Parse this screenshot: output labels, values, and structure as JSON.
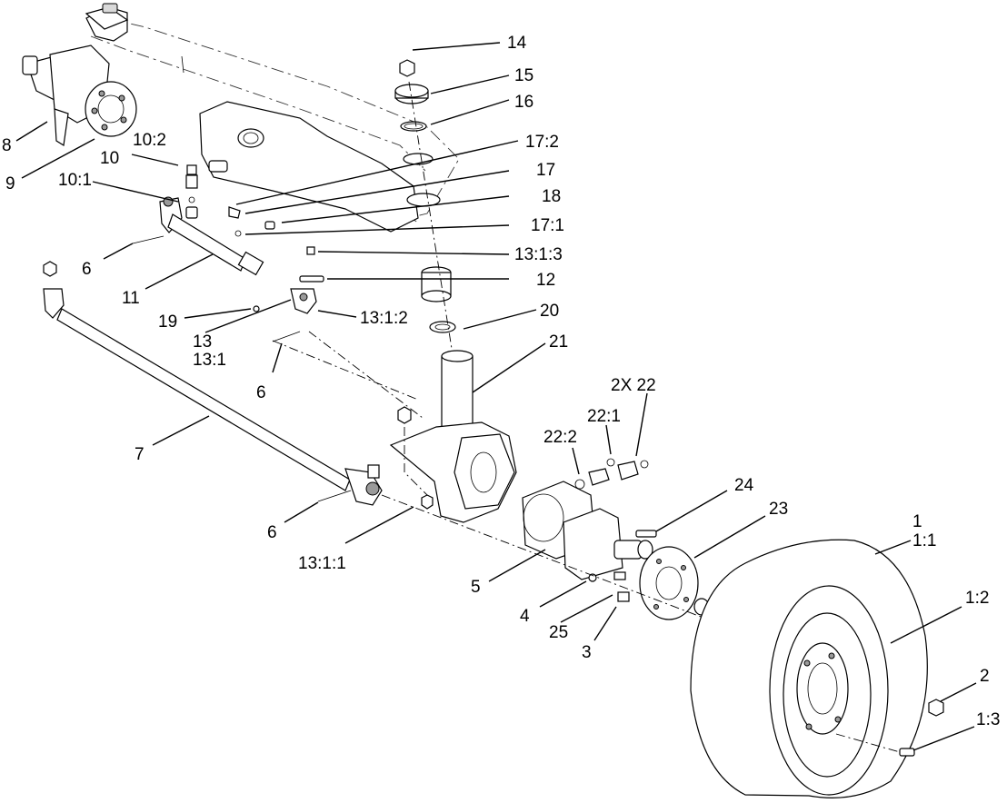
{
  "callouts": {
    "c1": "1",
    "c1_1": "1:1",
    "c1_2": "1:2",
    "c1_3": "1:3",
    "c2": "2",
    "c3": "3",
    "c4": "4",
    "c5": "5",
    "c6a": "6",
    "c6b": "6",
    "c6c": "6",
    "c7": "7",
    "c8": "8",
    "c9": "9",
    "c10": "10",
    "c10_1": "10:1",
    "c10_2": "10:2",
    "c11": "11",
    "c12": "12",
    "c13": "13",
    "c13_1": "13:1",
    "c13_1_1": "13:1:1",
    "c13_1_2": "13:1:2",
    "c13_1_3": "13:1:3",
    "c14": "14",
    "c15": "15",
    "c16": "16",
    "c17": "17",
    "c17_1": "17:1",
    "c17_2": "17:2",
    "c18": "18",
    "c19": "19",
    "c20": "20",
    "c21": "21",
    "c22": "2X 22",
    "c22_1": "22:1",
    "c22_2": "22:2",
    "c23": "23",
    "c24": "24",
    "c25": "25"
  }
}
